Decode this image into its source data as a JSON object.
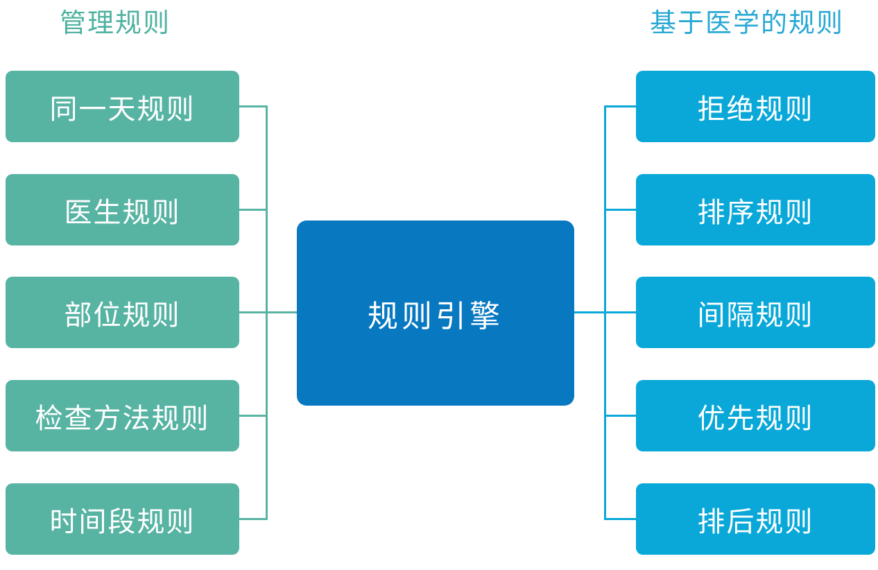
{
  "diagram": {
    "left_group": {
      "title": "管理规则",
      "color": "#57B3A2",
      "title_color": "#4FB2A0",
      "items": [
        {
          "label": "同一天规则"
        },
        {
          "label": "医生规则"
        },
        {
          "label": "部位规则"
        },
        {
          "label": "检查方法规则"
        },
        {
          "label": "时间段规则"
        }
      ]
    },
    "center": {
      "label": "规则引擎",
      "color": "#0878C1"
    },
    "right_group": {
      "title": "基于医学的规则",
      "color": "#09A8D8",
      "title_color": "#29A9D4",
      "items": [
        {
          "label": "拒绝规则"
        },
        {
          "label": "排序规则"
        },
        {
          "label": "间隔规则"
        },
        {
          "label": "优先规则"
        },
        {
          "label": "排后规则"
        }
      ]
    },
    "text_color": "#FFFFFF",
    "background_color": "#FFFFFF"
  }
}
